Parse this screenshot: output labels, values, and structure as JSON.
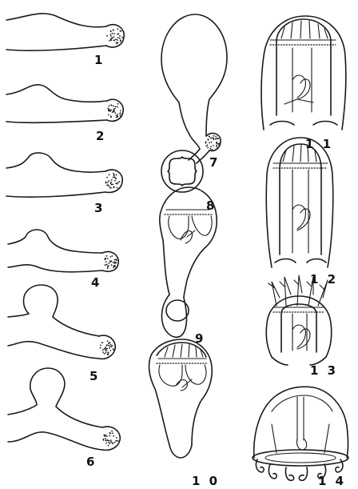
{
  "figure": {
    "labels": {
      "f1": "1",
      "f2": "2",
      "f3": "3",
      "f4": "4",
      "f5": "5",
      "f6": "6",
      "f7": "7",
      "f8": "8",
      "f9": "9",
      "f10": "1 0",
      "f11": "1 1",
      "f12": "1 2",
      "f13": "1 3",
      "f14": "1 4"
    },
    "colors": {
      "ink": "#1a1a1a",
      "paper": "#ffffff"
    }
  }
}
